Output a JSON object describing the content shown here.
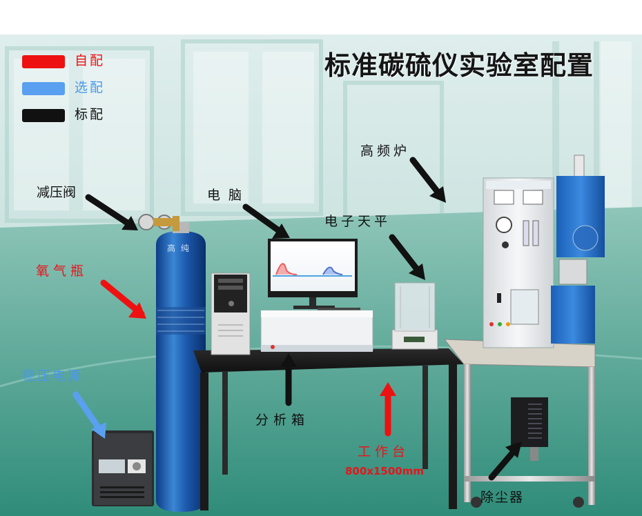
{
  "title": "标准碳硫仪实验室配置",
  "legend": [
    {
      "label": "自配",
      "color": "#ee1111"
    },
    {
      "label": "选配",
      "color": "#5aa0f0"
    },
    {
      "label": "标配",
      "color": "#111111"
    }
  ],
  "labels": {
    "pressure_valve": "减压阀",
    "oxygen_bottle": "氧气瓶",
    "voltage_regulator": "稳压电源",
    "computer": "电脑",
    "balance": "电子天平",
    "furnace": "高频炉",
    "analyzer": "分析箱",
    "workbench": "工作台",
    "workbench_size": "800x1500mm",
    "dust_remover": "除尘器"
  },
  "cylinder_text": "高 纯"
}
